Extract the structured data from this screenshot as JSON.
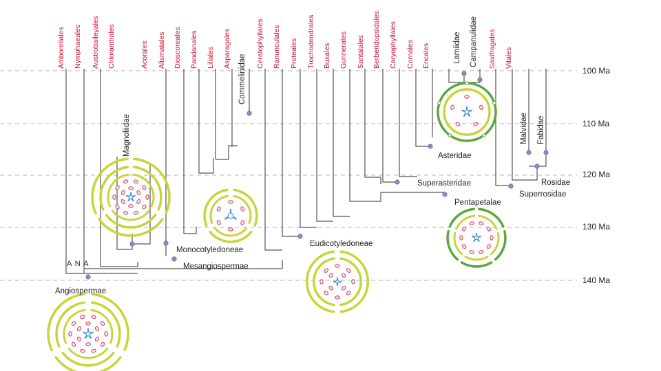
{
  "orders": [
    "Amborellales",
    "Nymphaeales",
    "Austrobaileyales",
    "Chloranthales",
    "Acorales",
    "Alismatales",
    "Dioscoreales",
    "Pandanales",
    "Liliales",
    "Asparagales",
    "Ceratophyllales",
    "Ranunculales",
    "Proteales",
    "Trochodendrales",
    "Buxales",
    "Gunnerales",
    "Santalales",
    "Berberidopsidales",
    "Caryophyllales",
    "Cornales",
    "Ericales",
    "Saxifragales",
    "Vitales"
  ],
  "vertical_clades": [
    "Magnoliidae",
    "Commelinidae",
    "Lamiidae",
    "Campanulidae",
    "Malvidae",
    "Fabidae"
  ],
  "clades": {
    "angiospermae": "Angiospermae",
    "ana": "A N A",
    "mesangiospermae": "Mesangiospermae",
    "monocotyledoneae": "Monocotyledoneae",
    "eudicotyledoneae": "Eudicotyledoneae",
    "pentapetalae": "Pentapetalae",
    "superasteridae": "Superasteridae",
    "asteridae": "Asteridae",
    "superrosidae": "Superrosidae",
    "rosidae": "Rosidae"
  },
  "time_axis": {
    "labels": [
      "100 Ma",
      "110 Ma",
      "120 Ma",
      "130 Ma",
      "140 Ma"
    ]
  },
  "colors": {
    "order_label": "#c8102e",
    "branch": "#555555",
    "node": "#8a8fc0",
    "grid": "#b5b5b5",
    "whorl_yellow": "#c8d43a",
    "whorl_green": "#5aa83a",
    "stamen": "#d04060",
    "carpel": "#4a8fd0"
  }
}
